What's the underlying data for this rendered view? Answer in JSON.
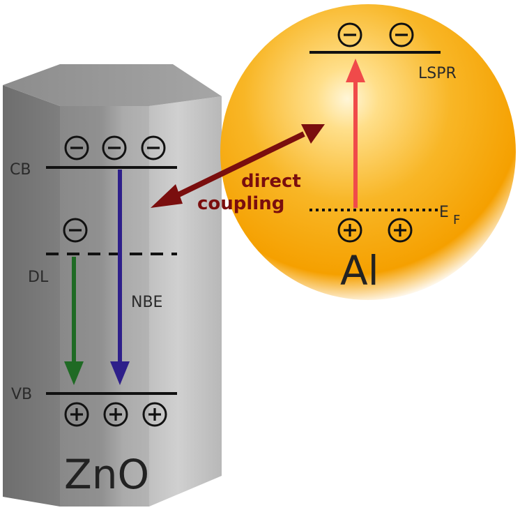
{
  "zno": {
    "material_label": "ZnO",
    "cb_label": "CB",
    "vb_label": "VB",
    "dl_label": "DL",
    "nbe_label": "NBE",
    "cb_electrons": [
      "−",
      "−",
      "−"
    ],
    "dl_electrons": [
      "−"
    ],
    "vb_holes": [
      "+",
      "+",
      "+"
    ]
  },
  "al": {
    "material_label": "Al",
    "lspr_label": "LSPR",
    "fermi_label": "E",
    "fermi_subscript": "F",
    "lspr_electrons": [
      "−",
      "−"
    ],
    "fermi_holes": [
      "+",
      "+"
    ]
  },
  "coupling": {
    "line1": "direct",
    "line2": "coupling"
  },
  "colors": {
    "dl_arrow": "#1f6a24",
    "nbe_arrow": "#2e1f8a",
    "lspr_arrow": "#f04a4a",
    "coupling_arrow": "#7a0e0e",
    "particle_core": "#fff6d8",
    "particle_edge": "#f5a000"
  }
}
